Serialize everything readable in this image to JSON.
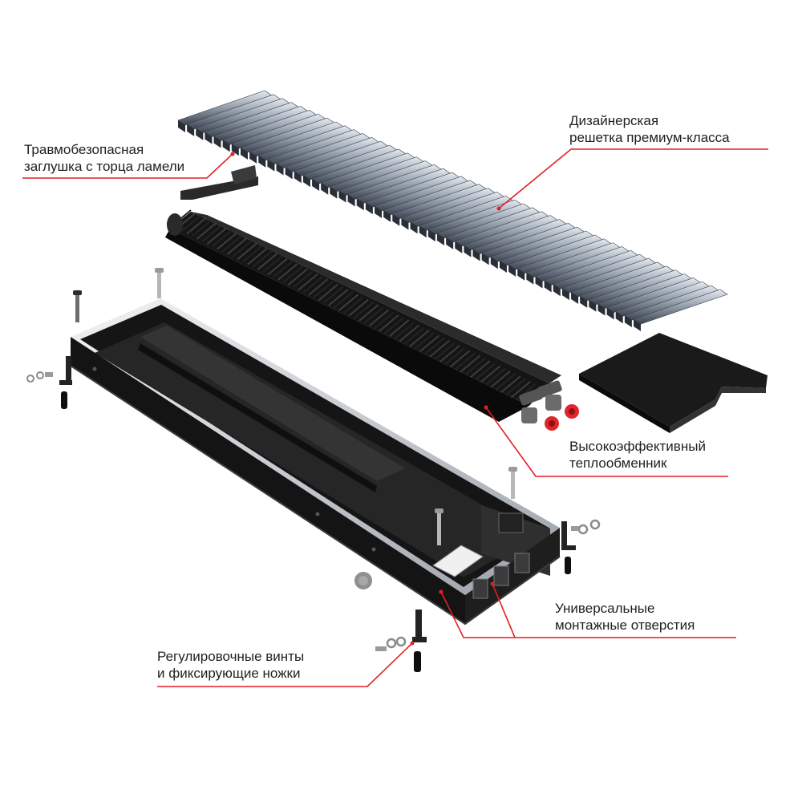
{
  "colors": {
    "accent": "#e31e24",
    "text": "#1f1f1f",
    "housing": "#1b1b1b",
    "frame": "#c9ccd1",
    "grille": "#8d96a3",
    "plug": "#e0262b"
  },
  "labels": {
    "end_cap": {
      "line1": "Травмобезопасная",
      "line2": "заглушка с торца ламели"
    },
    "grille": {
      "line1": "Дизайнерская",
      "line2": "решетка премиум-класса"
    },
    "exchanger": {
      "line1": "Высокоэффективный",
      "line2": "теплообменник"
    },
    "holes": {
      "line1": "Универсальные",
      "line2": "монтажные отверстия"
    },
    "screws": {
      "line1": "Регулировочные винты",
      "line2": "и фиксирующие ножки"
    }
  }
}
